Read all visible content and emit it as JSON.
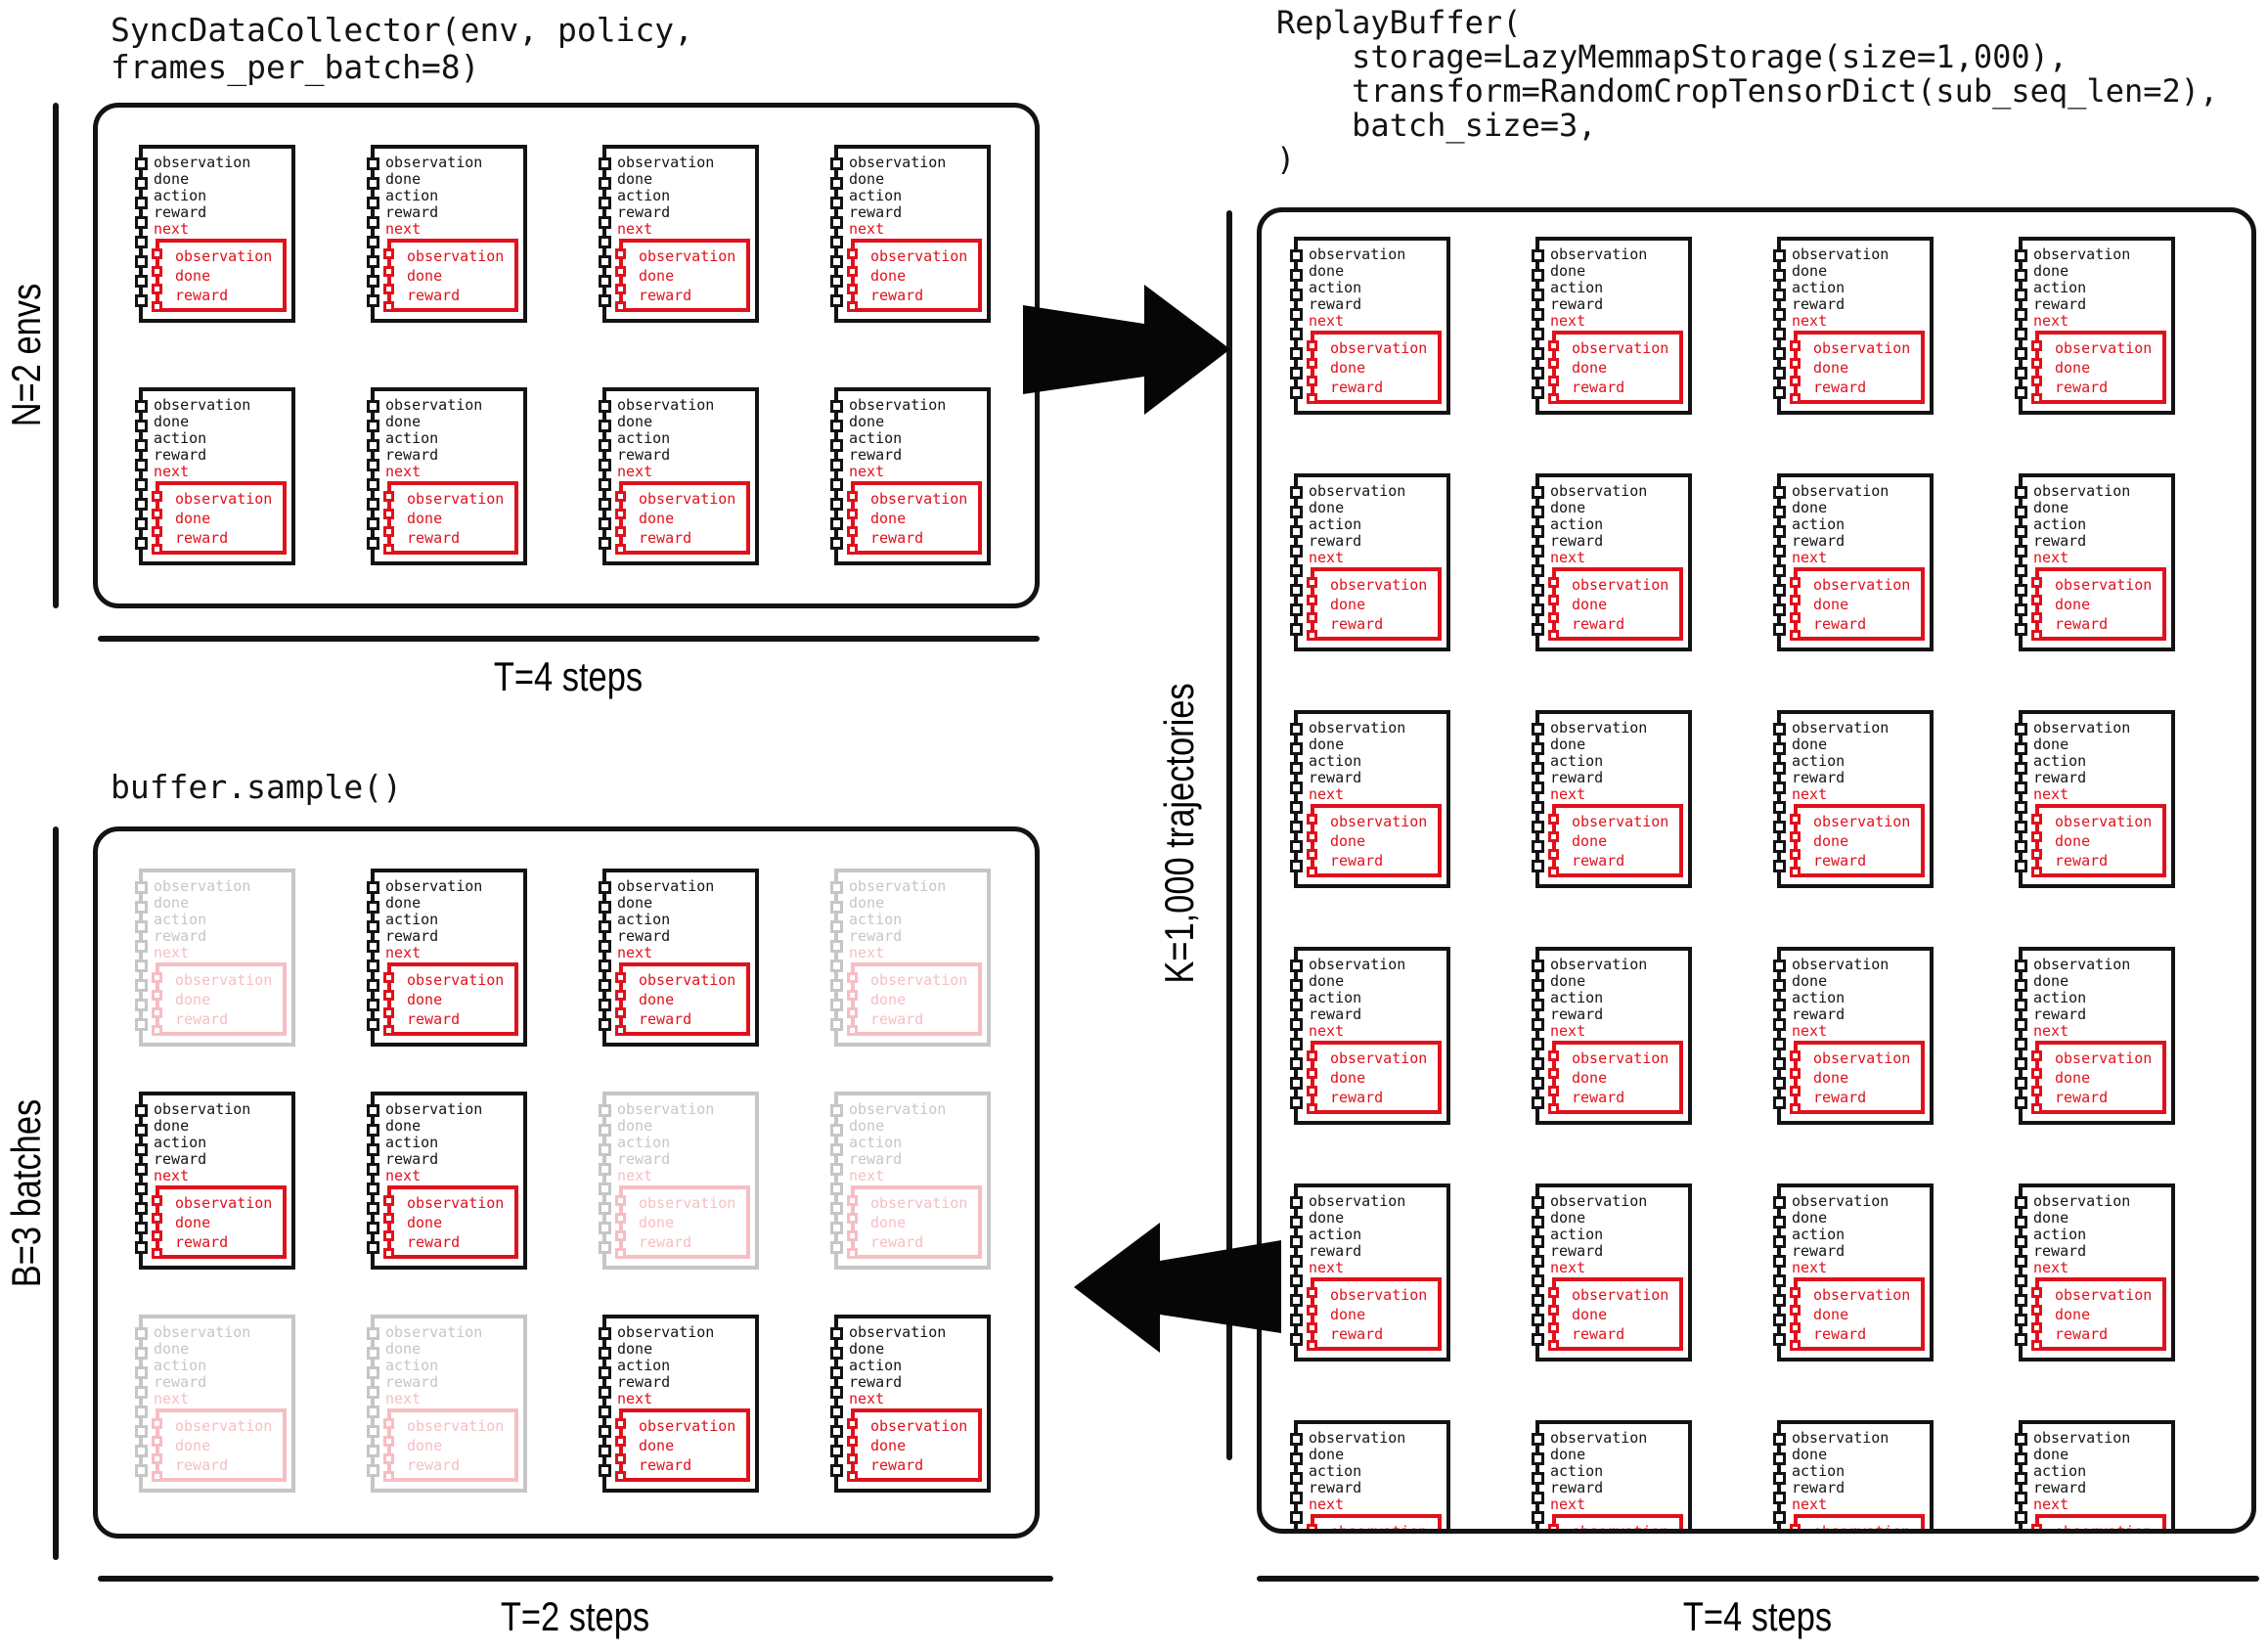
{
  "colors": {
    "ink": "#131313",
    "accent_red": "#e0111c",
    "faded_ink": "#c6c6c6",
    "faded_red": "#f6bec3"
  },
  "tensordict": {
    "keys": [
      "observation",
      "done",
      "action",
      "reward"
    ],
    "next_key": "next",
    "nested_keys": [
      "observation",
      "done",
      "reward"
    ]
  },
  "panels": {
    "collector": {
      "title_lines": [
        "SyncDataCollector(env, policy,",
        "frames_per_batch=8)"
      ],
      "rows": 2,
      "cols": 4,
      "left_axis_label": "N=2 envs",
      "bottom_axis_label": "T=4 steps"
    },
    "buffer": {
      "title_lines": [
        "ReplayBuffer(",
        "    storage=LazyMemmapStorage(size=1,000),",
        "    transform=RandomCropTensorDict(sub_seq_len=2),",
        "    batch_size=3,",
        ")"
      ],
      "rows": 6,
      "cols": 4,
      "left_axis_label": "K=1,000 trajectories",
      "bottom_axis_label": "T=4 steps"
    },
    "sample": {
      "title_lines": [
        "buffer.sample()"
      ],
      "rows": 3,
      "cols": 4,
      "left_axis_label": "B=3 batches",
      "bottom_axis_label": "T=2 steps",
      "faded_cells": [
        [
          0,
          0
        ],
        [
          0,
          3
        ],
        [
          1,
          2
        ],
        [
          1,
          3
        ],
        [
          2,
          0
        ],
        [
          2,
          1
        ]
      ]
    }
  }
}
